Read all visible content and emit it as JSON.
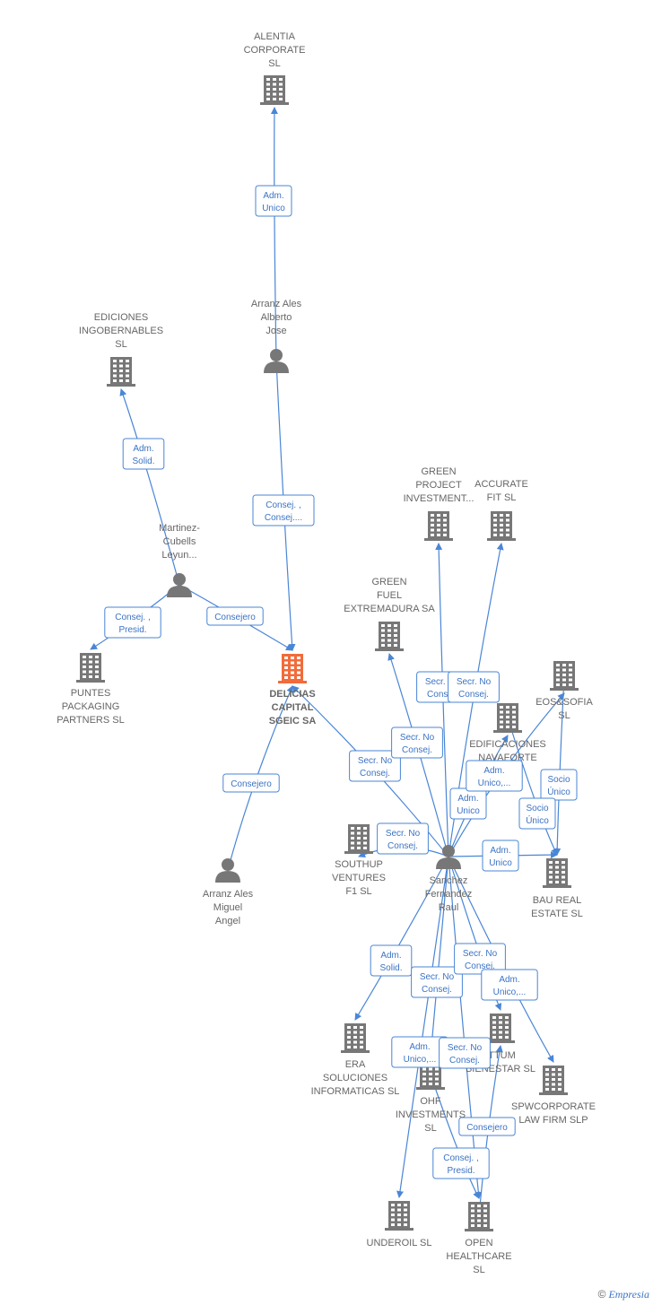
{
  "colors": {
    "company": "#777777",
    "center": "#f26b3a",
    "person": "#777777",
    "edge": "#4a86d6"
  },
  "footer": {
    "copyright": "©",
    "brand": "Empresia"
  },
  "nodes": [
    {
      "id": "alentia",
      "type": "company",
      "icon": "building-icon",
      "lines": [
        "ALENTIA",
        "CORPORATE",
        "SL"
      ]
    },
    {
      "id": "arranz_alberto",
      "type": "person",
      "icon": "person-icon",
      "lines": [
        "Arranz Ales",
        "Alberto",
        "Jose"
      ]
    },
    {
      "id": "ediciones",
      "type": "company",
      "icon": "building-icon",
      "lines": [
        "EDICIONES",
        "INGOBERNABLES",
        "SL"
      ]
    },
    {
      "id": "martinez",
      "type": "person",
      "icon": "person-icon",
      "lines": [
        "Martinez-",
        "Cubells",
        "Leyun..."
      ]
    },
    {
      "id": "puntes",
      "type": "company",
      "icon": "building-icon",
      "lines": [
        "PUNTES",
        "PACKAGING",
        "PARTNERS SL"
      ]
    },
    {
      "id": "delicias",
      "type": "center",
      "icon": "building-icon",
      "lines": [
        "DELICIAS",
        "CAPITAL",
        "SGEIC SA"
      ]
    },
    {
      "id": "arranz_miguel",
      "type": "person",
      "icon": "person-icon",
      "lines": [
        "Arranz Ales",
        "Miguel",
        "Angel"
      ]
    },
    {
      "id": "green_project",
      "type": "company",
      "icon": "building-icon",
      "lines": [
        "GREEN",
        "PROJECT",
        "INVESTMENT..."
      ]
    },
    {
      "id": "accurate",
      "type": "company",
      "icon": "building-icon",
      "lines": [
        "ACCURATE",
        "FIT SL"
      ]
    },
    {
      "id": "green_fuel",
      "type": "company",
      "icon": "building-icon",
      "lines": [
        "GREEN",
        "FUEL",
        "EXTREMADURA SA"
      ]
    },
    {
      "id": "eos",
      "type": "company",
      "icon": "building-icon",
      "lines": [
        "EOS&SOFIA",
        "SL"
      ]
    },
    {
      "id": "edificaciones",
      "type": "company",
      "icon": "building-icon",
      "lines": [
        "EDIFICACIONES",
        "NAVAFORTE"
      ]
    },
    {
      "id": "southup",
      "type": "company",
      "icon": "building-icon",
      "lines": [
        "SOUTHUP",
        "VENTURES",
        "F1 SL"
      ]
    },
    {
      "id": "sanchez",
      "type": "person",
      "icon": "person-icon",
      "lines": [
        "Sanchez",
        "Fernandez",
        "Raul"
      ]
    },
    {
      "id": "bau",
      "type": "company",
      "icon": "building-icon",
      "lines": [
        "BAU REAL",
        "ESTATE SL"
      ]
    },
    {
      "id": "era",
      "type": "company",
      "icon": "building-icon",
      "lines": [
        "ERA",
        "SOLUCIONES",
        "INFORMATICAS SL"
      ]
    },
    {
      "id": "ittum",
      "type": "company",
      "icon": "building-icon",
      "lines": [
        "ITTUM",
        "BIENESTAR SL"
      ]
    },
    {
      "id": "ohf",
      "type": "company",
      "icon": "building-icon",
      "lines": [
        "OHF",
        "INVESTMENTS",
        "SL"
      ]
    },
    {
      "id": "spw",
      "type": "company",
      "icon": "building-icon",
      "lines": [
        "SPWCORPORATE",
        "LAW FIRM SLP"
      ]
    },
    {
      "id": "underoil",
      "type": "company",
      "icon": "building-icon",
      "lines": [
        "UNDEROIL SL"
      ]
    },
    {
      "id": "open",
      "type": "company",
      "icon": "building-icon",
      "lines": [
        "OPEN",
        "HEALTHCARE",
        "SL"
      ]
    }
  ],
  "edges": [
    {
      "from": "arranz_alberto",
      "to": "alentia",
      "label": [
        "Adm.",
        "Unico"
      ]
    },
    {
      "from": "arranz_alberto",
      "to": "delicias",
      "label": [
        "Consej. ,",
        "Consej...."
      ]
    },
    {
      "from": "martinez",
      "to": "ediciones",
      "label": [
        "Adm.",
        "Solid."
      ]
    },
    {
      "from": "martinez",
      "to": "puntes",
      "label": [
        "Consej. ,",
        "Presid."
      ]
    },
    {
      "from": "martinez",
      "to": "delicias",
      "label": [
        "Consejero"
      ]
    },
    {
      "from": "arranz_miguel",
      "to": "delicias",
      "label": [
        "Consejero"
      ]
    },
    {
      "from": "sanchez",
      "to": "delicias",
      "label": [
        "Secr. No",
        "Consej."
      ]
    },
    {
      "from": "sanchez",
      "to": "green_fuel",
      "label": [
        "Secr. No",
        "Consej."
      ]
    },
    {
      "from": "sanchez",
      "to": "green_project",
      "label": [
        "Secr. No",
        "Consej."
      ]
    },
    {
      "from": "sanchez",
      "to": "accurate",
      "label": [
        "Secr. No",
        "Consej."
      ]
    },
    {
      "from": "sanchez",
      "to": "edificaciones",
      "label": [
        "Adm.",
        "Unico"
      ]
    },
    {
      "from": "sanchez",
      "to": "eos",
      "label": [
        "Adm.",
        "Unico,..."
      ]
    },
    {
      "from": "sanchez",
      "to": "bau",
      "label": [
        "Adm.",
        "Unico"
      ]
    },
    {
      "from": "eos",
      "to": "bau",
      "label": [
        "Socio",
        "Único"
      ]
    },
    {
      "from": "edificaciones",
      "to": "bau",
      "label": [
        "Socio",
        "Único"
      ]
    },
    {
      "from": "sanchez",
      "to": "southup",
      "label": [
        "Secr. No",
        "Consej."
      ]
    },
    {
      "from": "sanchez",
      "to": "era",
      "label": [
        "Adm.",
        "Solid."
      ]
    },
    {
      "from": "sanchez",
      "to": "ohf",
      "label": [
        "Secr. No",
        "Consej."
      ]
    },
    {
      "from": "sanchez",
      "to": "ittum",
      "label": [
        "Secr. No",
        "Consej."
      ]
    },
    {
      "from": "sanchez",
      "to": "spw",
      "label": [
        "Adm.",
        "Unico,..."
      ]
    },
    {
      "from": "sanchez",
      "to": "underoil",
      "label": [
        "Adm.",
        "Unico,..."
      ]
    },
    {
      "from": "sanchez",
      "to": "open",
      "label": [
        "Secr. No",
        "Consej."
      ]
    },
    {
      "from": "ohf",
      "to": "open",
      "label": [
        "Consej. ,",
        "Presid."
      ]
    },
    {
      "from": "open",
      "to": "ittum",
      "label": [
        "Consejero"
      ]
    }
  ]
}
